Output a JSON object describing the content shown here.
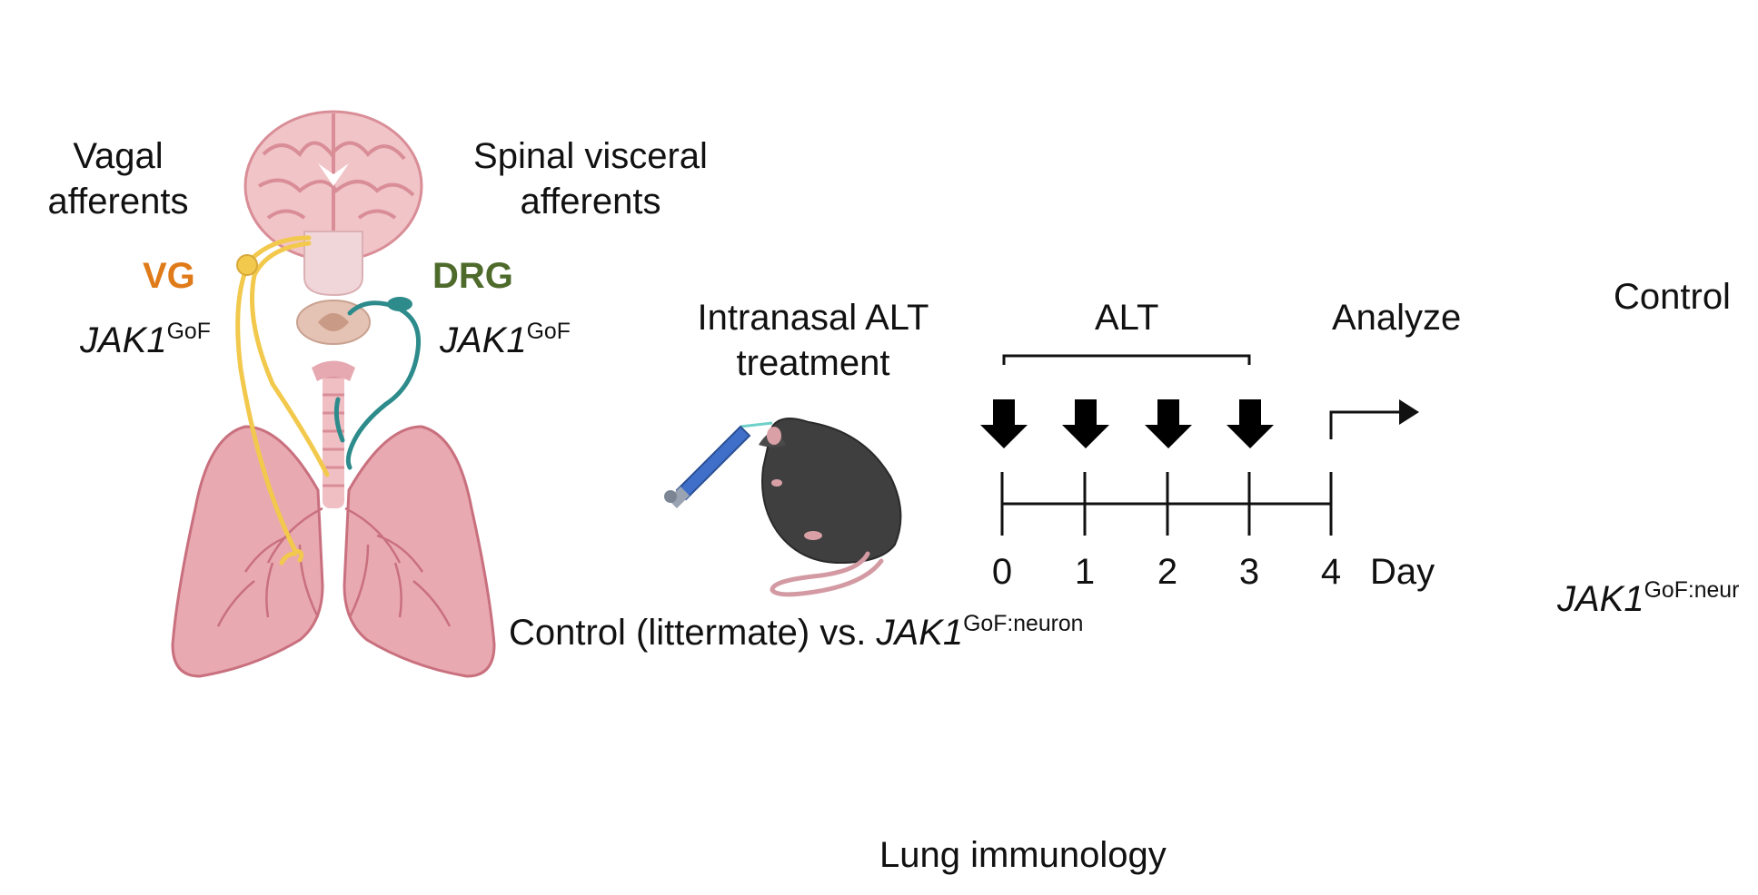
{
  "anatomy": {
    "vagal_label_1": "Vagal",
    "vagal_label_2": "afferents",
    "spinal_label_1": "Spinal visceral",
    "spinal_label_2": "afferents",
    "vg": "VG",
    "drg": "DRG",
    "jak_left": "JAK1",
    "jak_left_sup": "GoF",
    "jak_right": "JAK1",
    "jak_right_sup": "GoF"
  },
  "treatment": {
    "title_1": "Intranasal ALT",
    "title_2": "treatment",
    "comparison_prefix": "Control (littermate) vs. ",
    "comparison_gene": "JAK1",
    "comparison_sup": "GoF:neuron"
  },
  "timeline": {
    "dose_label": "ALT",
    "analyze_label": "Analyze",
    "days": [
      "0",
      "1",
      "2",
      "3",
      "4"
    ],
    "unit": "Day"
  },
  "right_panel": {
    "control": "Control",
    "gene": "JAK1",
    "gene_sup": "GoF:neur"
  },
  "footer": {
    "title": "Lung immunology"
  },
  "colors": {
    "vg": "#e07b1a",
    "drg": "#4e6b2c",
    "vagal_nerve": "#f2c94c",
    "spinal_nerve": "#2e8b8b",
    "tissue": "#e9a9b0",
    "tissue_dark": "#c9707e"
  }
}
